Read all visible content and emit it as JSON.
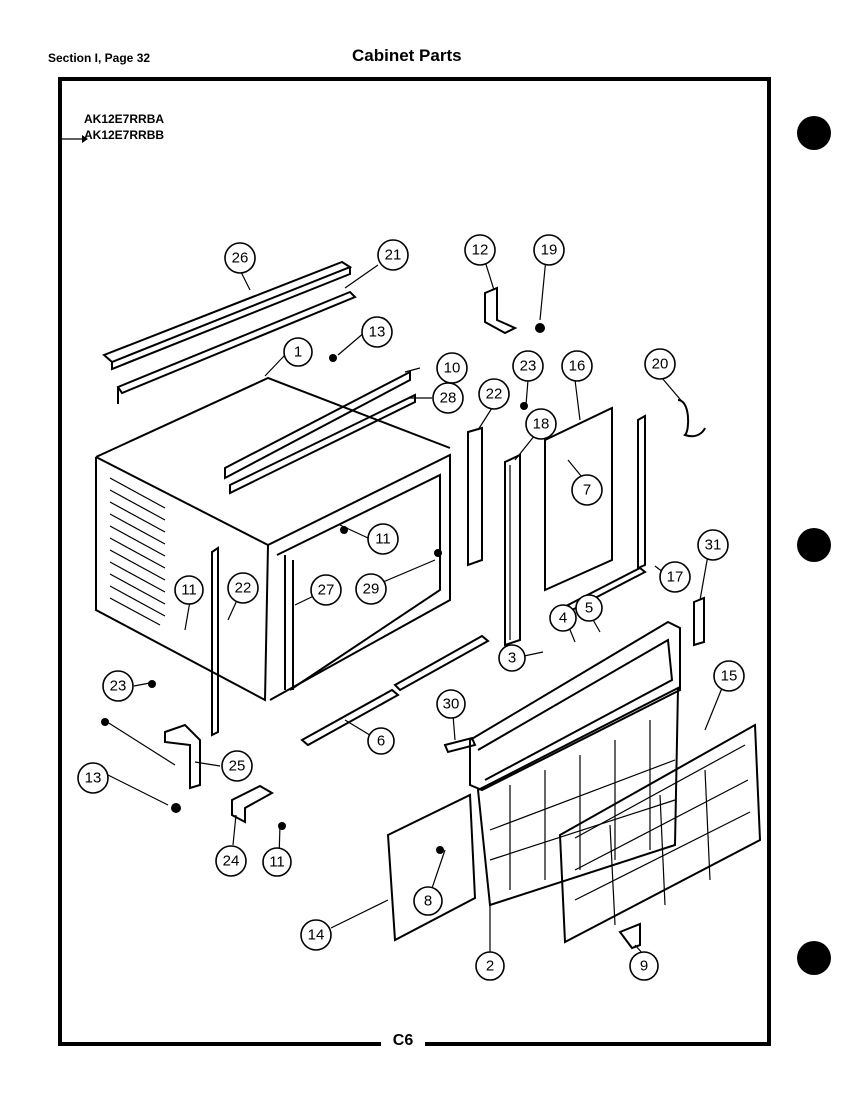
{
  "header": {
    "section": "Section I, Page 32",
    "title": "Cabinet Parts"
  },
  "models": [
    "AK12E7RRBA",
    "AK12E7RRBB"
  ],
  "page_code": "C6",
  "callouts": [
    "26",
    "21",
    "1",
    "13",
    "10",
    "28",
    "12",
    "19",
    "23",
    "16",
    "20",
    "22",
    "18",
    "7",
    "11",
    "22",
    "27",
    "29",
    "17",
    "31",
    "5",
    "4",
    "3",
    "11",
    "23",
    "30",
    "15",
    "6",
    "25",
    "13",
    "24",
    "11",
    "14",
    "8",
    "2",
    "9"
  ]
}
